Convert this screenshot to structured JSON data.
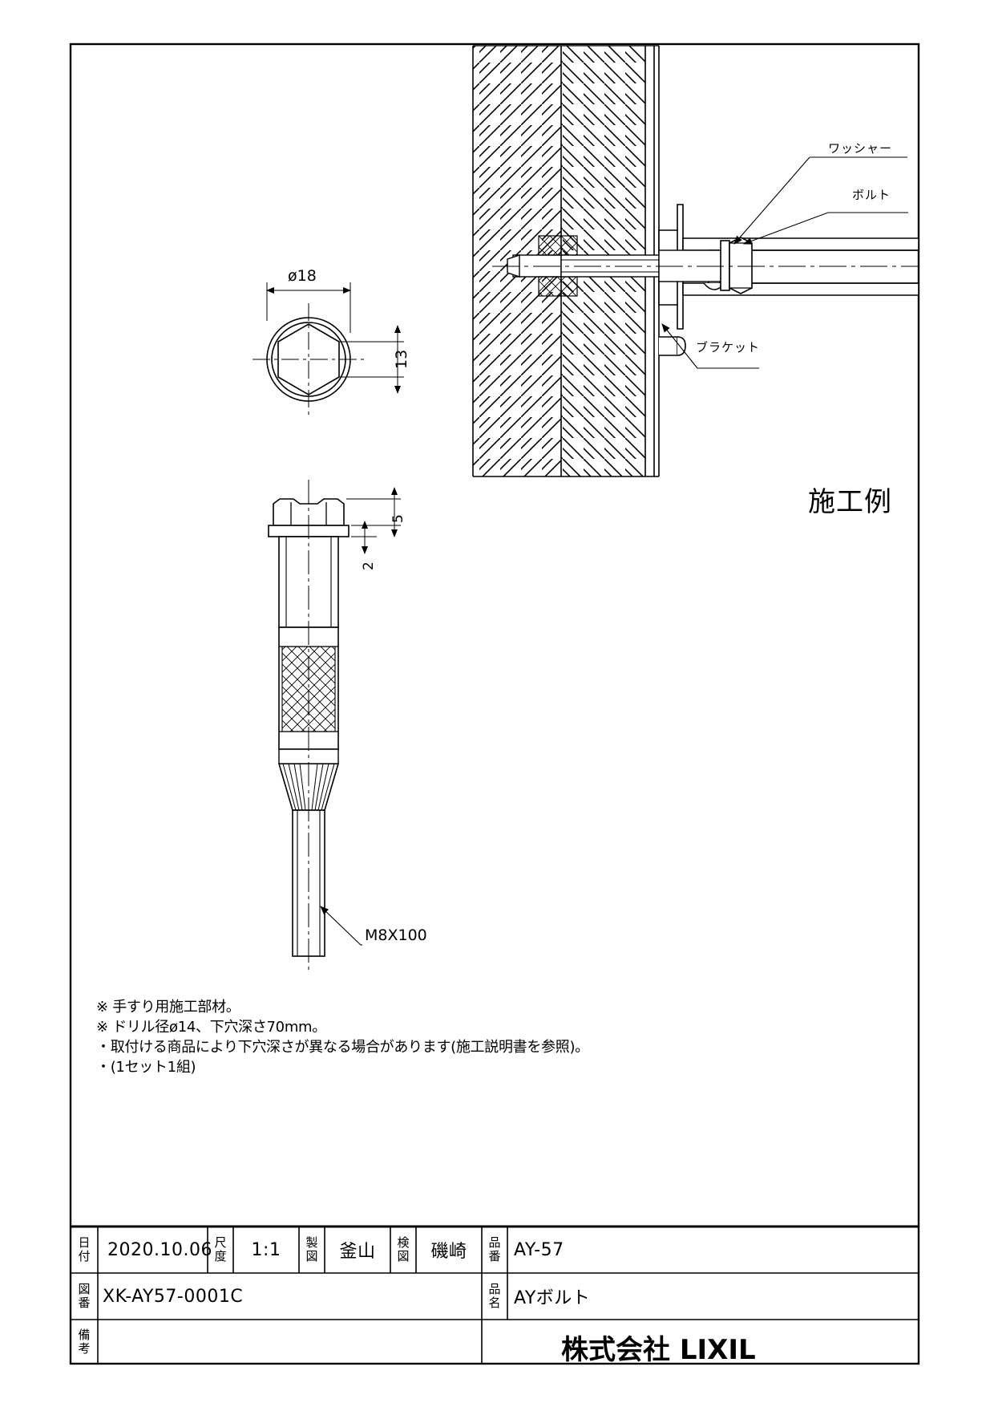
{
  "sheet": {
    "border": true
  },
  "top_view": {
    "dim_diameter": "ø18",
    "dim_across_flats": "13"
  },
  "side_view": {
    "dim_head_height": "5",
    "dim_washer": "2",
    "thread_label": "M8X100"
  },
  "installation_example": {
    "title": "施工例",
    "labels": {
      "washer": "ワッシャー",
      "bolt": "ボルト",
      "bracket": "ブラケット"
    }
  },
  "notes": [
    "※ 手すり用施工部材。",
    "※ ドリル径ø14、下穴深さ70mm。",
    "・取付ける商品により下穴深さが異なる場合があります(施工説明書を参照)。",
    "・(1セット1組)"
  ],
  "title_block": {
    "date_label": "日付",
    "date_value": "2020.10.06",
    "scale_label": "尺度",
    "scale_value": "1:1",
    "drawn_label": "製図",
    "drawn_value": "釜山",
    "checked_label": "検図",
    "checked_value": "磯崎",
    "part_no_label": "品番",
    "part_no_value": "AY-57",
    "drawing_no_label": "図番",
    "drawing_no_value": "XK-AY57-0001C",
    "part_name_label": "品名",
    "part_name_value": "AYボルト",
    "remarks_label": "備考",
    "remarks_value": "",
    "company": "株式会社 LIXIL"
  }
}
